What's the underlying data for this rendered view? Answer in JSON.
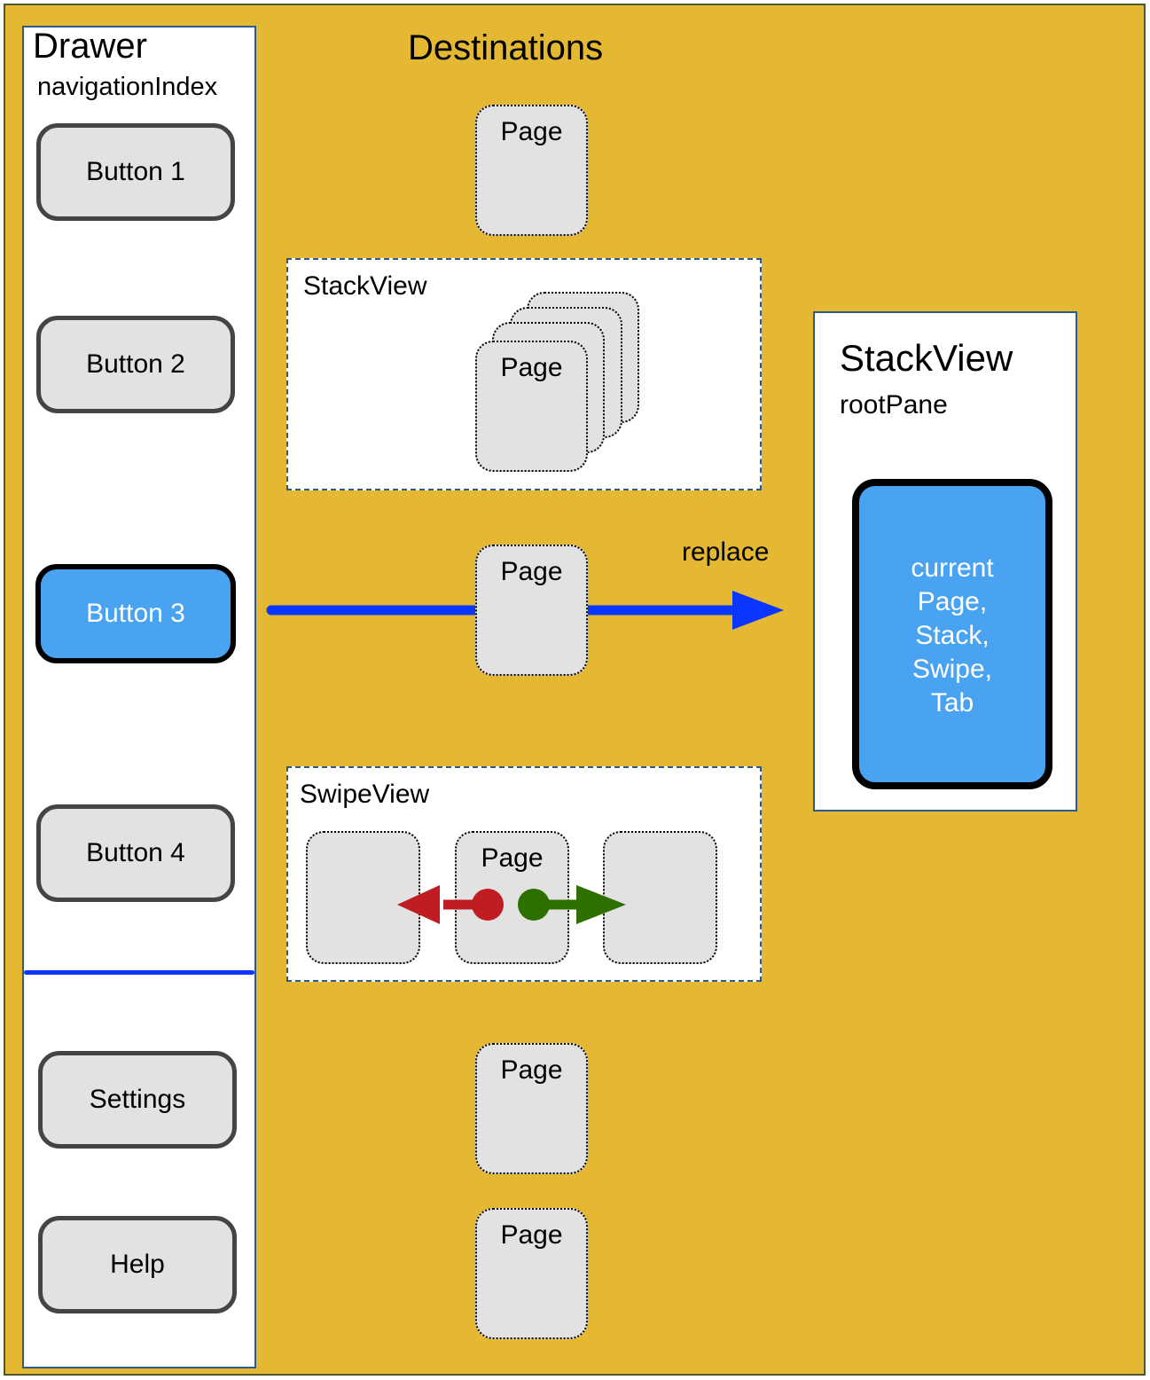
{
  "drawer": {
    "title": "Drawer",
    "subtitle": "navigationIndex",
    "buttons": [
      {
        "label": "Button 1",
        "active": false
      },
      {
        "label": "Button 2",
        "active": false
      },
      {
        "label": "Button 3",
        "active": true
      },
      {
        "label": "Button 4",
        "active": false
      },
      {
        "label": "Settings",
        "active": false
      },
      {
        "label": "Help",
        "active": false
      }
    ]
  },
  "destinations": {
    "title": "Destinations",
    "page_label": "Page",
    "stackview_label": "StackView",
    "swipeview_label": "SwipeView"
  },
  "arrow": {
    "label": "replace",
    "color": "#0a36ff"
  },
  "swipe": {
    "left_color": "#c01c24",
    "right_color": "#2e7000"
  },
  "root": {
    "title": "StackView",
    "subtitle": "rootPane",
    "current_lines": [
      "current",
      "Page,",
      "Stack,",
      "Swipe,",
      "Tab"
    ]
  },
  "colors": {
    "background": "#e4b833",
    "active": "#4aa3f0",
    "page_fill": "#e2e2e2"
  }
}
